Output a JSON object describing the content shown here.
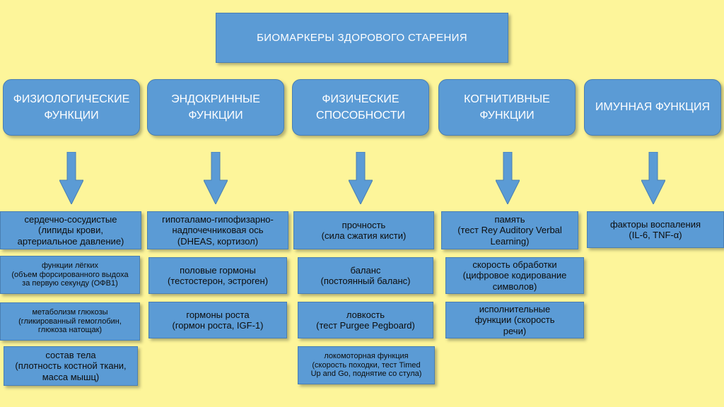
{
  "title": "БИОМАРКЕРЫ ЗДОРОВОГО СТАРЕНИЯ",
  "categories": [
    "ФИЗИОЛОГИЧЕСКИЕ\nФУНКЦИИ",
    "ЭНДОКРИННЫЕ\nФУНКЦИИ",
    "ФИЗИЧЕСКИЕ\nСПОСОБНОСТИ",
    "КОГНИТИВНЫЕ\nФУНКЦИИ",
    "ИМУННАЯ ФУНКЦИЯ"
  ],
  "columns": [
    {
      "items": [
        "сердечно-сосудистые\n(липиды крови,\nартериальное давление)",
        "функции лёгких\n(объем форсированного выдоха\nза первую секунду (ОФВ1)",
        "метаболизм глюкозы\n(гликированный гемоглобин,\nглюкоза натощак)",
        "состав тела\n(плотность костной ткани,\nмасса мышц)"
      ]
    },
    {
      "items": [
        "гипоталамо-гипофизарно-\nнадпочечниковая ось\n(DHEAS, кортизол)",
        "половые гормоны\n(тестостерон, эстроген)",
        "гормоны роста\n(гормон роста, IGF-1)"
      ]
    },
    {
      "items": [
        "прочность\n(сила сжатия кисти)",
        "баланс\n(постоянный баланс)",
        "ловкость\n(тест Purgee Pegboard)",
        "локомоторная функция\n(скорость походки, тест Timed\nUp and Go, поднятие со стула)"
      ]
    },
    {
      "items": [
        "память\n(тест Rey Auditory Verbal\nLearning)",
        "скорость обработки\n(цифровое кодирование\nсимволов)",
        "исполнительные\nфункции (скорость\nречи)"
      ]
    },
    {
      "items": [
        "факторы воспаления\n(IL-6, TNF-α)"
      ]
    }
  ],
  "colors": {
    "background": "#fdf59a",
    "box_fill": "#5b9bd5",
    "arrow_fill": "#5b9bd5",
    "title_text": "#ffffff",
    "item_text": "#0d0d0d"
  }
}
